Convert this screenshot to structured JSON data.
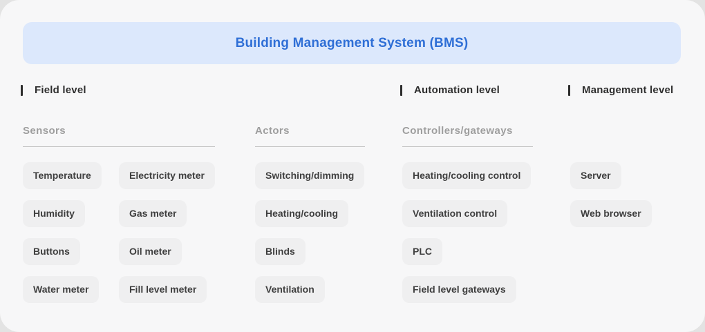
{
  "banner": {
    "title": "Building Management System (BMS)"
  },
  "levels": {
    "field": "Field level",
    "automation": "Automation level",
    "management": "Management level"
  },
  "sections": {
    "sensors": {
      "header": "Sensors",
      "col_a": [
        "Temperature",
        "Humidity",
        "Buttons",
        "Water meter"
      ],
      "col_b": [
        "Electricity meter",
        "Gas meter",
        "Oil meter",
        "Fill level meter"
      ]
    },
    "actors": {
      "header": "Actors",
      "items": [
        "Switching/dimming",
        "Heating/cooling",
        "Blinds",
        "Ventilation"
      ]
    },
    "controllers": {
      "header": "Controllers/gateways",
      "items": [
        "Heating/cooling control",
        "Ventilation control",
        "PLC",
        "Field level gateways"
      ]
    },
    "management": {
      "items": [
        "Server",
        "Web browser"
      ]
    }
  },
  "colors": {
    "page_bg": "#e3e3e3",
    "card_bg": "#f7f7f8",
    "banner_bg": "#dce8fc",
    "title_text": "#2f6fd6",
    "chip_bg": "#efeff0",
    "chip_text": "#3f3f3f",
    "header_text": "#9e9e9e",
    "level_text": "#2d2d2d",
    "rule": "#c2c2c2"
  }
}
